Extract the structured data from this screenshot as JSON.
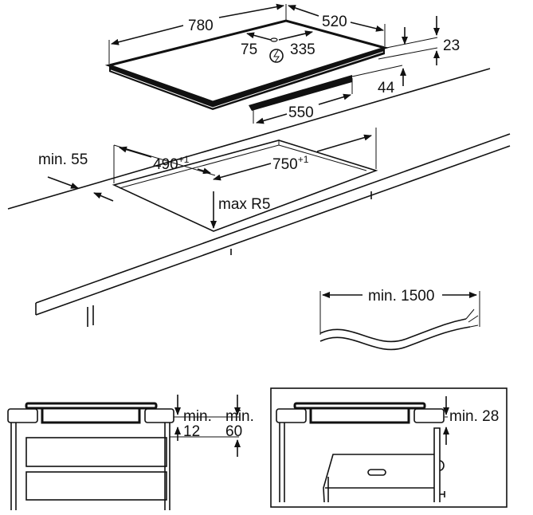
{
  "hob": {
    "width": "780",
    "depth": "520",
    "cable_left": "75",
    "cable_right": "335",
    "thickness": "23",
    "box_height": "44",
    "box_width": "550"
  },
  "cutout": {
    "depth": "490",
    "depth_tol": "+1",
    "width": "750",
    "width_tol": "+1",
    "radius": "max R5",
    "edge_distance": "min. 55"
  },
  "cable": {
    "length": "min. 1500"
  },
  "drawer_install": {
    "min_label_a": "min.",
    "gap_a": "12",
    "min_label_b": "min.",
    "gap_b": "60"
  },
  "oven_install": {
    "gap": "min. 28"
  }
}
